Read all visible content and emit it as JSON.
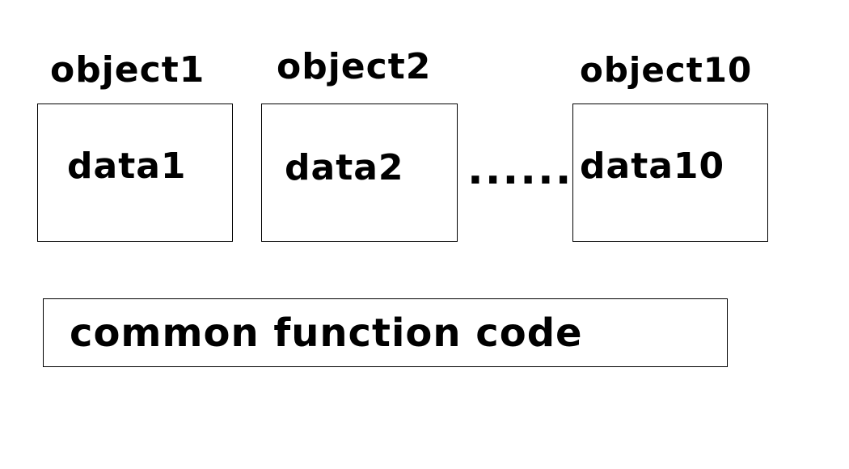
{
  "objects": [
    {
      "title": "object1",
      "data": "data1"
    },
    {
      "title": "object2",
      "data": "data2"
    },
    {
      "title": "object10",
      "data": "data10"
    }
  ],
  "separator": "......",
  "common_function": {
    "label": "common function code"
  },
  "colors": {
    "background": "#ffffff",
    "stroke": "#000000",
    "text": "#000000"
  }
}
